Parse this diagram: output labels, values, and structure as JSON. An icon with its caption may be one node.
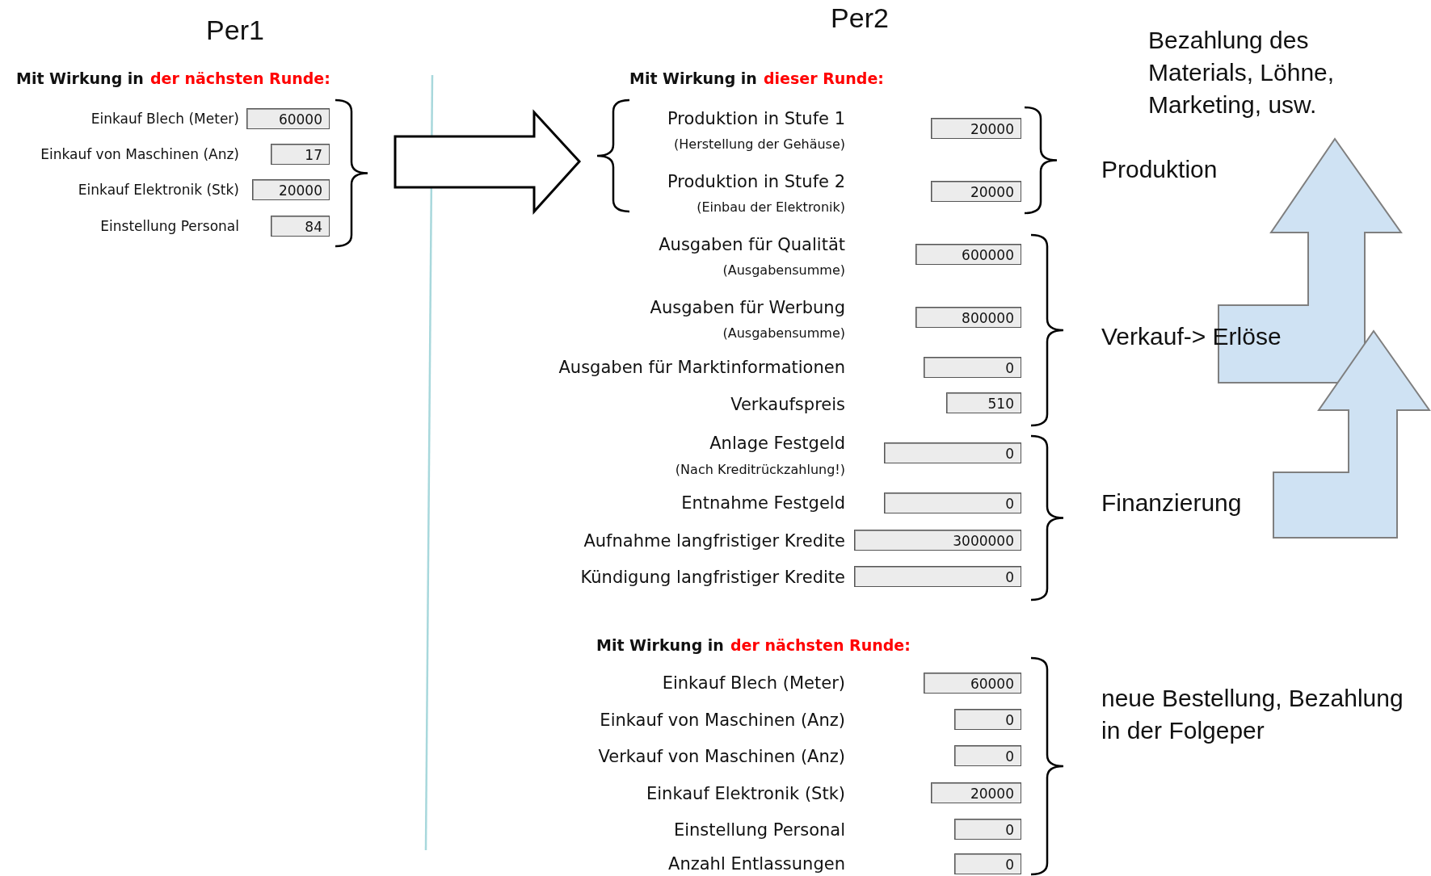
{
  "diagram": {
    "labels": [
      "Per1",
      "Per2",
      "Mit Wirkung in",
      "der nächsten Runde:",
      "Einkauf Blech (Meter)",
      "60000",
      "Einkauf von Maschinen (Anz)",
      "17",
      "Einkauf Elektronik (Stk)",
      "20000",
      "Einstellung Personal",
      "84",
      "Mit Wirkung in",
      "dieser Runde:",
      "Produktion in Stufe 1",
      "(Herstellung der Gehäuse)",
      "20000",
      "Produktion in Stufe 2",
      "(Einbau der Elektronik)",
      "20000",
      "Ausgaben für Qualität",
      "(Ausgabensumme)",
      "600000",
      "Ausgaben für Werbung",
      "(Ausgabensumme)",
      "800000",
      "Ausgaben für Marktinformationen",
      "0",
      "Verkaufspreis",
      "510",
      "Anlage Festgeld",
      "(Nach Kreditrückzahlung!)",
      "0",
      "Entnahme Festgeld",
      "0",
      "Aufnahme langfristiger Kredite",
      "3000000",
      "Kündigung langfristiger Kredite",
      "0",
      "Mit Wirkung in",
      "der nächsten Runde:",
      "Einkauf Blech (Meter)",
      "60000",
      "Einkauf von Maschinen (Anz)",
      "0",
      "Verkauf von Maschinen (Anz)",
      "0",
      "Einkauf Elektronik (Stk)",
      "20000",
      "Einstellung Personal",
      "0",
      "Anzahl Entlassungen",
      "0",
      "Bezahlung des Materials, Löhne, Marketing, usw.",
      "Produktion",
      "Verkauf-> Erlöse",
      "Finanzierung",
      "neue Bestellung, Bezahlung in der Folgeper"
    ]
  }
}
